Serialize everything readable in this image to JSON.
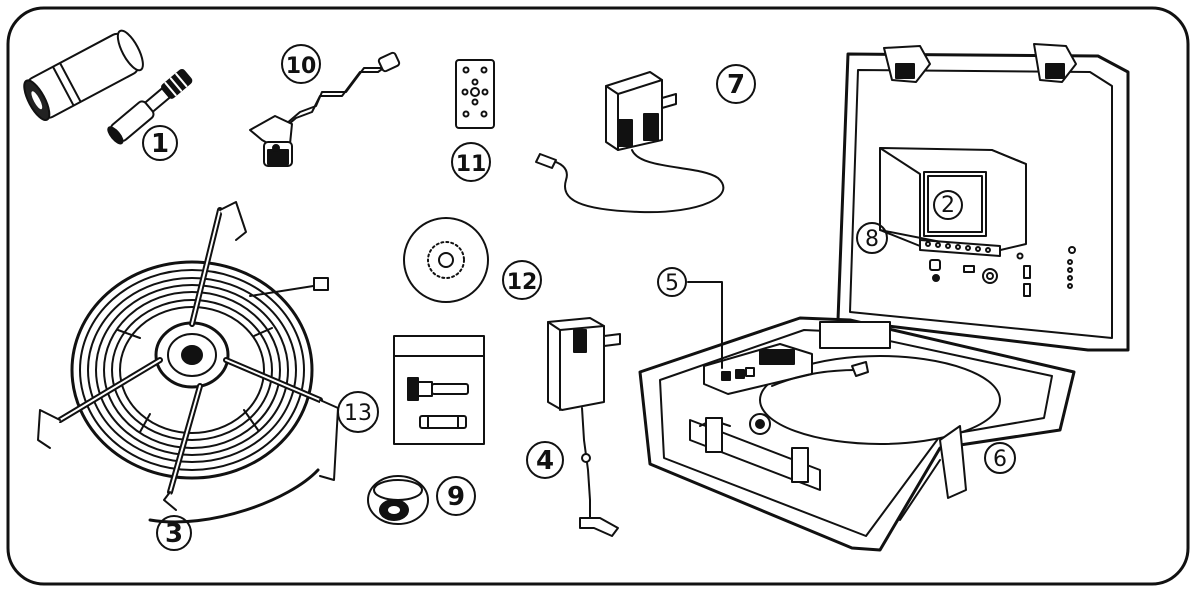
{
  "labels": {
    "n1": "1",
    "n2": "2",
    "n3": "3",
    "n4": "4",
    "n5": "5",
    "n6": "6",
    "n7": "7",
    "n8": "8",
    "n9": "9",
    "n10": "10",
    "n11": "11",
    "n12": "12",
    "n13": "13"
  },
  "panel": {
    "buttons_count": 7
  },
  "colors": {
    "line": "#111111",
    "background": "#ffffff"
  }
}
